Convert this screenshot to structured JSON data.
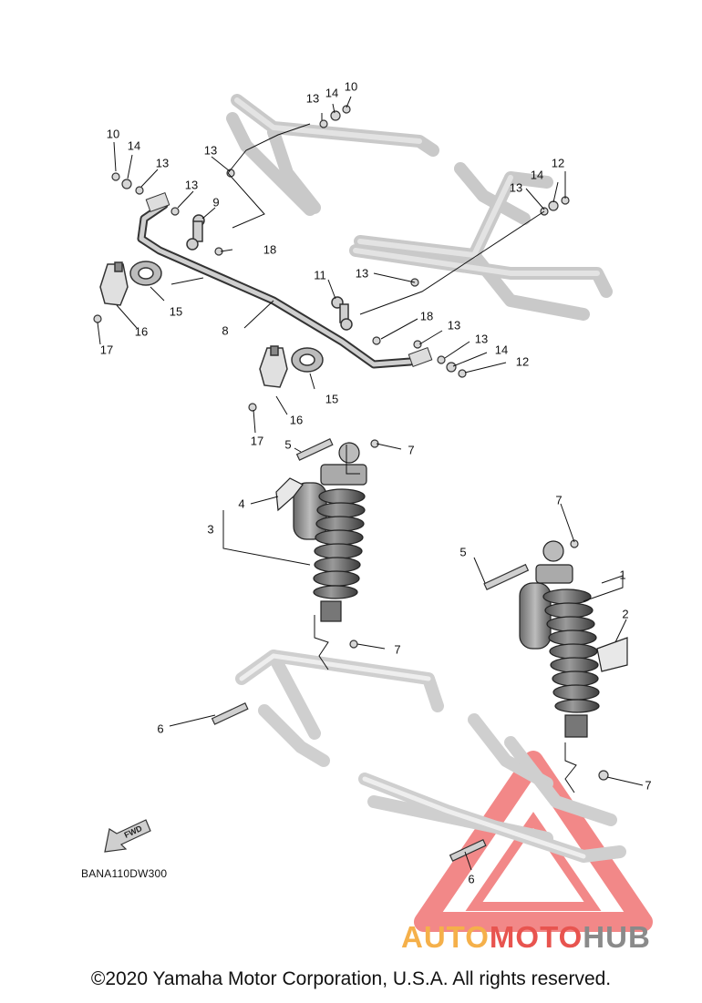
{
  "diagram": {
    "callouts": [
      "1",
      "2",
      "3",
      "4",
      "5",
      "5",
      "6",
      "6",
      "7",
      "7",
      "7",
      "7",
      "8",
      "9",
      "10",
      "10",
      "11",
      "12",
      "12",
      "13",
      "13",
      "13",
      "13",
      "13",
      "13",
      "13",
      "13",
      "14",
      "14",
      "14",
      "14",
      "15",
      "15",
      "16",
      "16",
      "17",
      "17",
      "18",
      "18"
    ],
    "fwd_label": "FWD",
    "part_code": "BANA110DW300"
  },
  "watermark": {
    "part1": "AUTO",
    "part2": "MOTO",
    "part3": "HUB",
    "colors": {
      "auto": "#f5b04a",
      "moto": "#e8544f",
      "hub": "#8a8a8a"
    }
  },
  "copyright": "©2020 Yamaha Motor Corporation, U.S.A. All rights reserved."
}
